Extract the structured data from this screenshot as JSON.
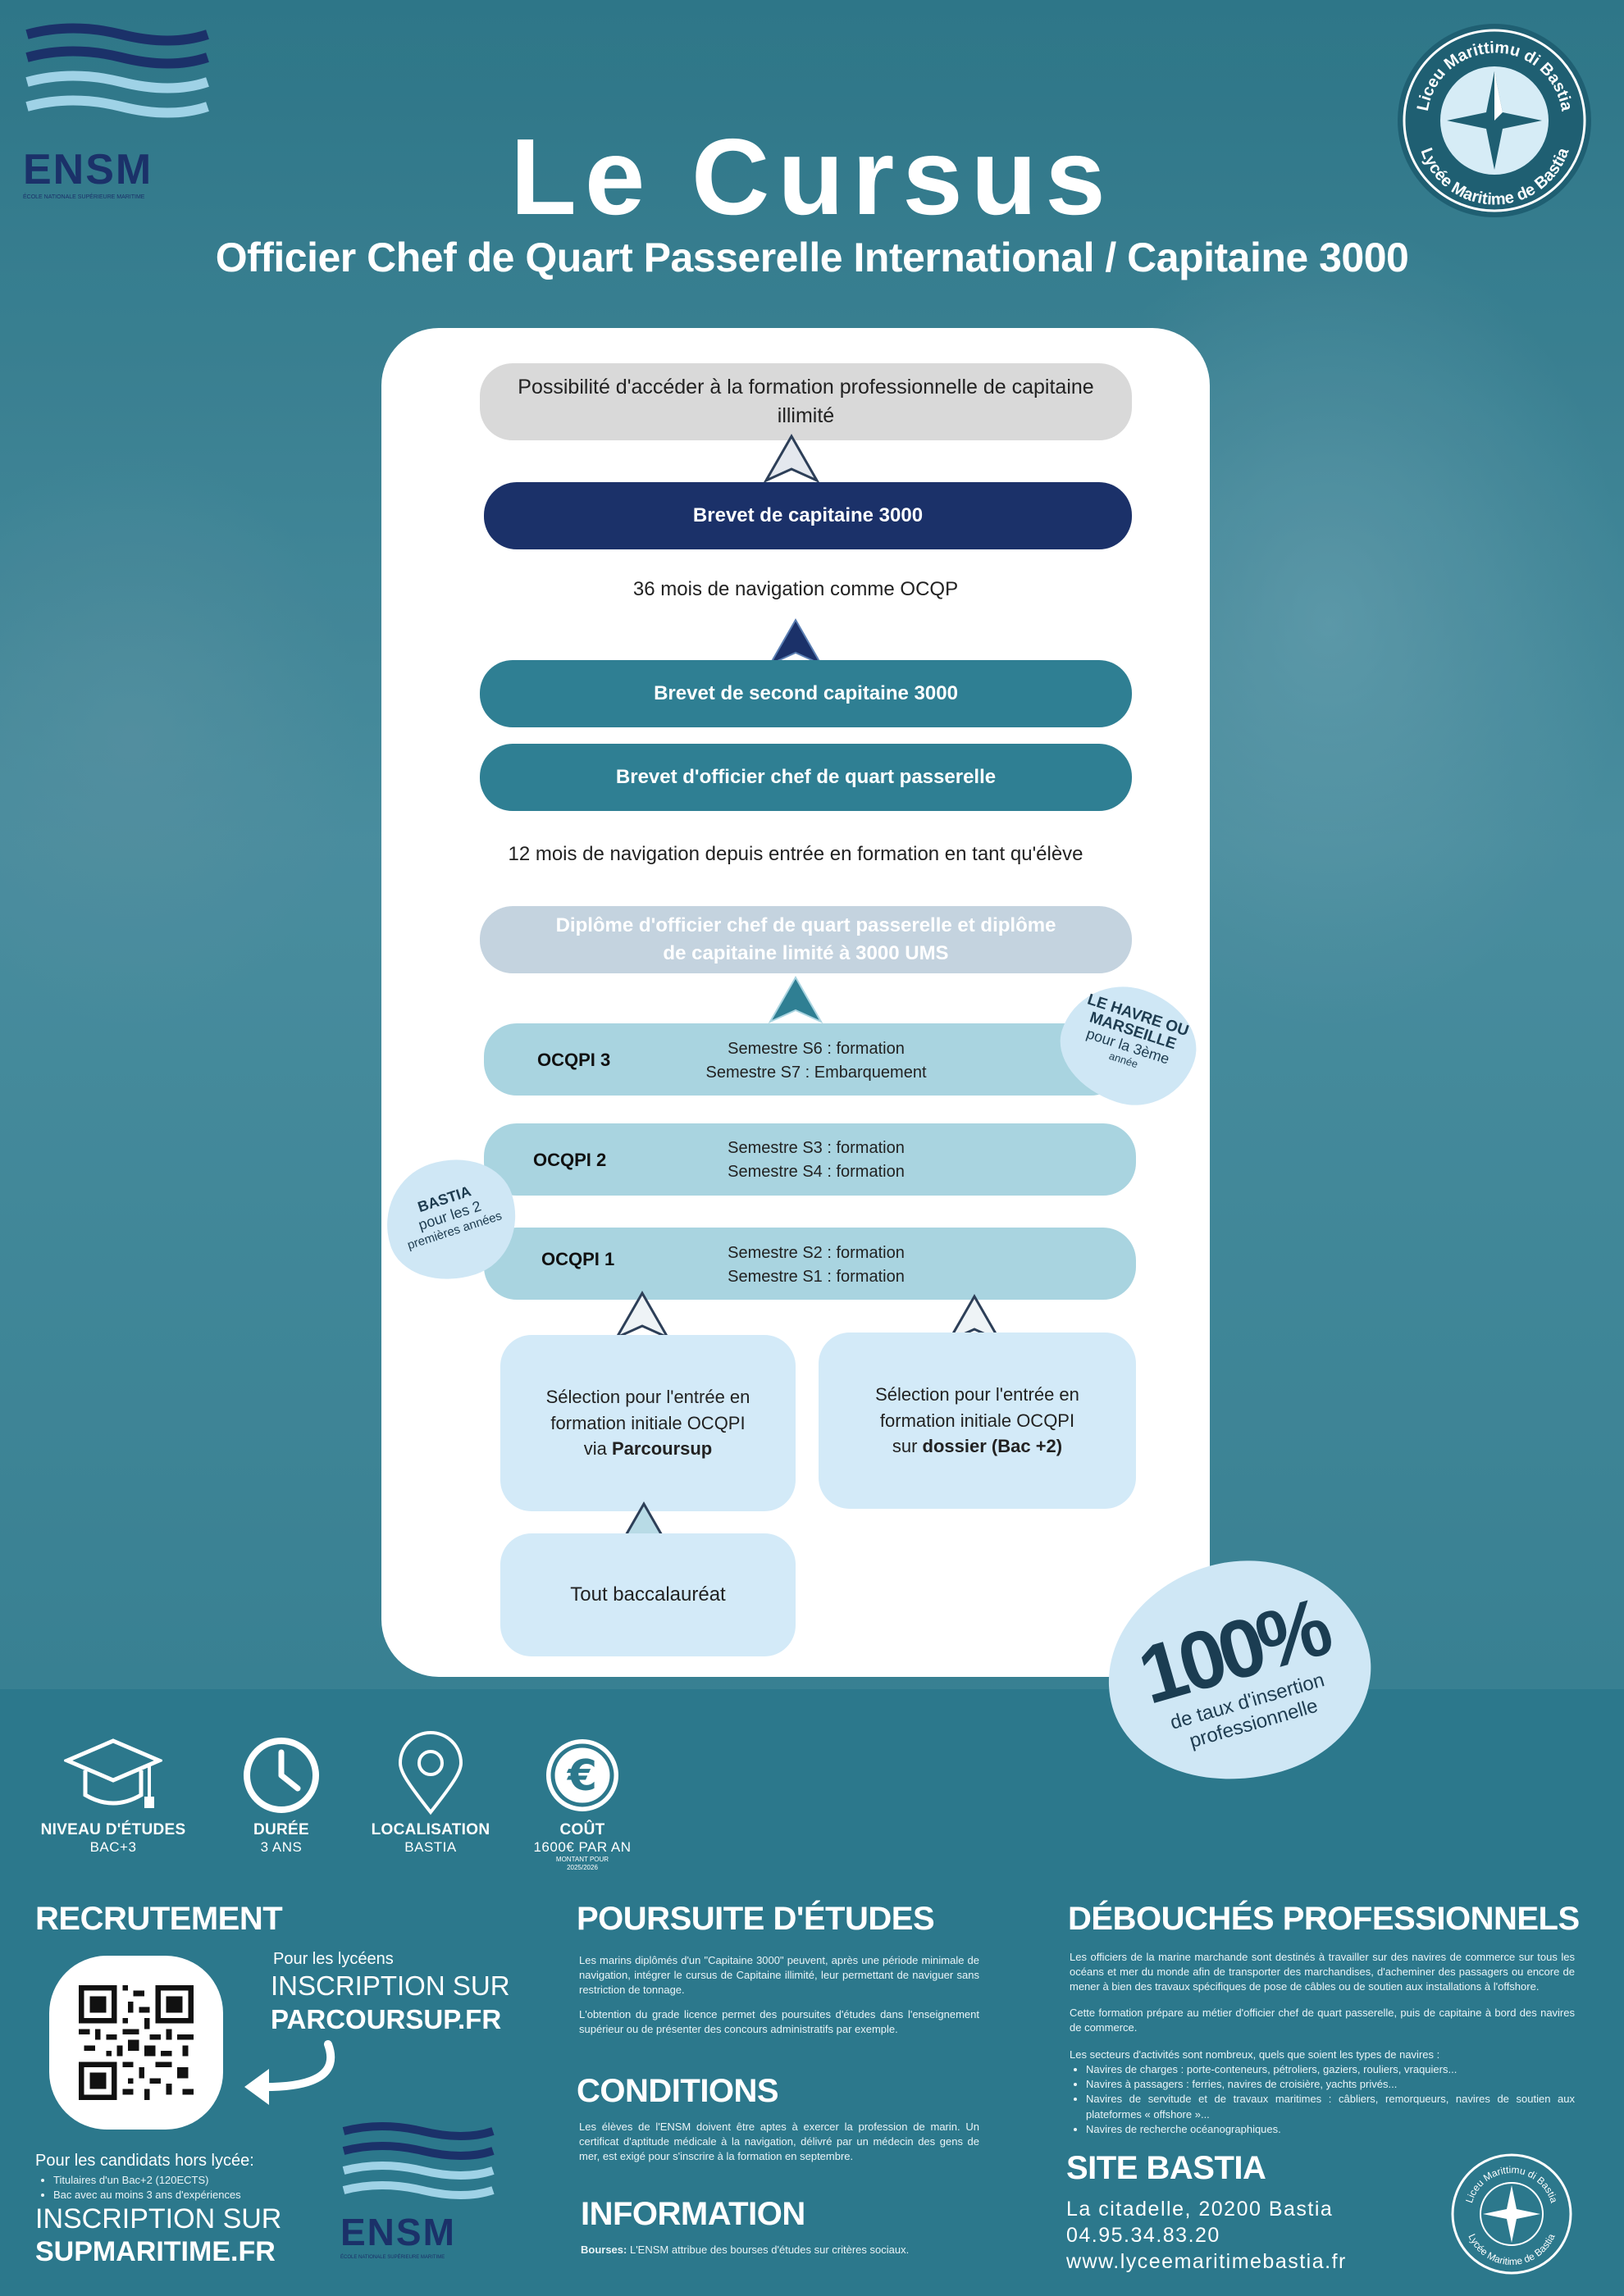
{
  "header": {
    "title": "Le Cursus",
    "subtitle": "Officier Chef de Quart Passerelle International / Capitaine 3000",
    "ensm_logo_text": "ENSM",
    "ensm_logo_tagline": "ÉCOLE NATIONALE SUPÉRIEURE MARITIME",
    "lycee_logo_top": "Liceu Marittimu di Bastia",
    "lycee_logo_bottom": "Lycée Maritime de Bastia"
  },
  "cursus": {
    "step_capitaine_illimite": "Possibilité d'accéder à la formation professionnelle de capitaine illimité",
    "brevet_capitaine": "Brevet de capitaine 3000",
    "nav_36": "36 mois de navigation comme OCQP",
    "brevet_second": "Brevet de second capitaine 3000",
    "brevet_officier": "Brevet d'officier chef de quart passerelle",
    "nav_12": "12 mois de navigation depuis entrée en formation en tant qu'élève",
    "diplome_line1": "Diplôme d'officier chef de quart passerelle et diplôme",
    "diplome_line2": "de capitaine limité à 3000 UMS",
    "ocqpi3": {
      "label": "OCQPI 3",
      "line1": "Semestre S6 : formation",
      "line2": "Semestre S7 : Embarquement"
    },
    "ocqpi2": {
      "label": "OCQPI 2",
      "line1": "Semestre S3 : formation",
      "line2": "Semestre S4 : formation"
    },
    "ocqpi1": {
      "label": "OCQPI 1",
      "line1": "Semestre S2 : formation",
      "line2": "Semestre S1 : formation"
    },
    "selection_parcoursup": {
      "line1": "Sélection pour l'entrée en",
      "line2": "formation initiale OCQPI",
      "line3_prefix": "via ",
      "line3_bold": "Parcoursup"
    },
    "selection_dossier": {
      "line1": "Sélection pour l'entrée en",
      "line2": "formation initiale OCQPI",
      "line3_prefix": "sur ",
      "line3_bold": "dossier (Bac +2)"
    },
    "baccalaureat": "Tout baccalauréat"
  },
  "badges": {
    "havre_line1": "LE HAVRE OU",
    "havre_line2": "MARSEILLE",
    "havre_line3": "pour la 3ème",
    "havre_line4": "année",
    "bastia_line1": "BASTIA",
    "bastia_line2": "pour les 2",
    "bastia_line3": "premières années",
    "insertion_value": "100%",
    "insertion_line1": "de taux d'insertion",
    "insertion_line2": "professionnelle"
  },
  "stats": {
    "niveau_label": "NIVEAU D'ÉTUDES",
    "niveau_value": "BAC+3",
    "duree_label": "DURÉE",
    "duree_value": "3 ANS",
    "localisation_label": "LOCALISATION",
    "localisation_value": "BASTIA",
    "cout_label": "COÛT",
    "cout_value": "1600€ PAR AN",
    "cout_note_line1": "MONTANT POUR",
    "cout_note_line2": "2025/2026"
  },
  "recrutement": {
    "title": "RECRUTEMENT",
    "lyceens_intro": "Pour les lycéens",
    "lyceens_line1": "INSCRIPTION SUR",
    "lyceens_line2": "PARCOURSUP.FR",
    "hors_intro": "Pour les candidats hors lycée:",
    "hors_bullet1": "Titulaires d'un Bac+2 (120ECTS)",
    "hors_bullet2": "Bac avec au moins 3 ans d'expériences",
    "hors_line1": "INSCRIPTION SUR",
    "hors_line2": "SUPMARITIME.FR"
  },
  "poursuite": {
    "title": "POURSUITE D'ÉTUDES",
    "para1": "Les marins diplômés d'un \"Capitaine 3000\" peuvent, après une période minimale de navigation, intégrer le cursus de Capitaine illimité, leur permettant de naviguer sans restriction de tonnage.",
    "para2": "L'obtention du grade licence permet des poursuites d'études dans l'enseignement supérieur ou de présenter des concours administratifs par exemple."
  },
  "conditions": {
    "title": "CONDITIONS",
    "para": "Les élèves de l'ENSM doivent être aptes à exercer la profession de marin. Un certificat d'aptitude médicale à la navigation, délivré par un médecin des gens de mer, est exigé pour s'inscrire à la formation en septembre."
  },
  "information": {
    "title": "INFORMATION",
    "bold": "Bourses:",
    "text": " L'ENSM attribue des bourses d'études sur critères sociaux."
  },
  "debouches": {
    "title": "DÉBOUCHÉS PROFESSIONNELS",
    "para1": "Les officiers de la marine marchande sont destinés à travailler sur des navires de commerce sur tous les océans et mer du monde afin de transporter des marchandises, d'acheminer des passagers ou encore de mener à bien des travaux spécifiques de pose de câbles ou de soutien aux installations à l'offshore.",
    "para2": "Cette formation prépare au métier d'officier chef de quart passerelle, puis de capitaine à bord des navires de commerce.",
    "para3": "Les secteurs d'activités sont nombreux, quels que soient les types de navires :",
    "bullets": [
      "Navires de charges : porte-conteneurs, pétroliers, gaziers, rouliers, vraquiers...",
      "Navires à passagers : ferries, navires de croisière, yachts privés...",
      "Navires de servitude et de travaux maritimes : câbliers, remorqueurs, navires de soutien aux plateformes « offshore »...",
      "Navires de recherche océanographiques."
    ]
  },
  "site": {
    "title": "SITE BASTIA",
    "address": "La citadelle, 20200 Bastia",
    "phone": "04.95.34.83.20",
    "url": "www.lyceemaritimebastia.fr"
  },
  "colors": {
    "navy": "#1b3169",
    "teal": "#2f7f93",
    "light_blue": "#a9d4e0",
    "pale_blue": "#d3eaf8",
    "background": "#2c788c"
  }
}
